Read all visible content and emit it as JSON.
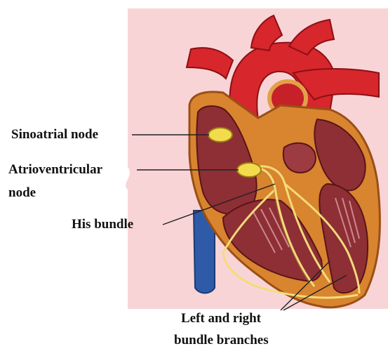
{
  "labels": {
    "sinoatrial_node": "Sinoatrial node",
    "atrioventricular_line1": "Atrioventricular",
    "atrioventricular_line2": "node",
    "his_bundle": "His bundle",
    "bundle_branches_line1": "Left and right",
    "bundle_branches_line2": "bundle branches"
  },
  "colors": {
    "background_panel": "#f9d4d6",
    "muscle_orange": "#d9842f",
    "chamber_dark": "#8e2f35",
    "artery_red": "#d7262c",
    "vein_blue": "#2f5aa8",
    "conduction_yellow": "#f3dc7a"
  }
}
